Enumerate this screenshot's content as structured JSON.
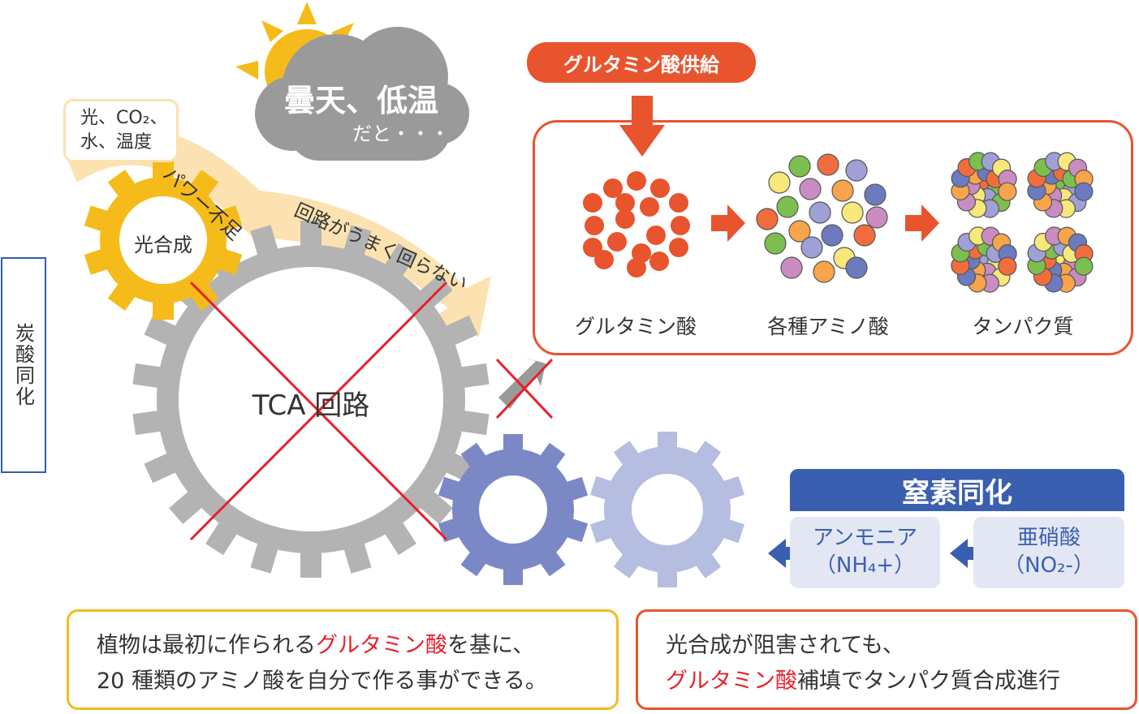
{
  "side_label": "炭酸同化",
  "input_box": {
    "line1": "光、CO₂、",
    "line2": "水、温度"
  },
  "weather": {
    "title": "曇天、低温",
    "sub": "だと・・・"
  },
  "arrow_texts": {
    "power": "パワー不足",
    "circuit": "回路がうまく回らない"
  },
  "gears": {
    "photosynthesis": "光合成",
    "tca": "TCA 回路"
  },
  "supply_label": "グルタミン酸供給",
  "steps": [
    "グルタミン酸",
    "各種アミノ酸",
    "タンパク質"
  ],
  "nitrogen": {
    "title": "窒素同化",
    "ammonia": {
      "name": "アンモニア",
      "formula": "（NH₄+）"
    },
    "nitrite": {
      "name": "亜硝酸",
      "formula": "（NO₂-）"
    }
  },
  "notes": {
    "left": {
      "l1a": "植物は最初に作られる",
      "l1b": "グルタミン酸",
      "l1c": "を基に、",
      "l2": "20 種類のアミノ酸を自分で作る事ができる。"
    },
    "right": {
      "l1": "光合成が阻害されても、",
      "l2a": "グルタミン酸",
      "l2b": "補填でタンパク質合成進行"
    }
  },
  "colors": {
    "accent_red": "#e8542e",
    "yellow_gear": "#f4bb1a",
    "gray_gear": "#b3b3b3",
    "blue_gear": "#7b88c6",
    "light_blue_gear": "#b5bde0",
    "nitrogen_blue": "#3a5fb0",
    "cross_red": "#e8202a"
  }
}
